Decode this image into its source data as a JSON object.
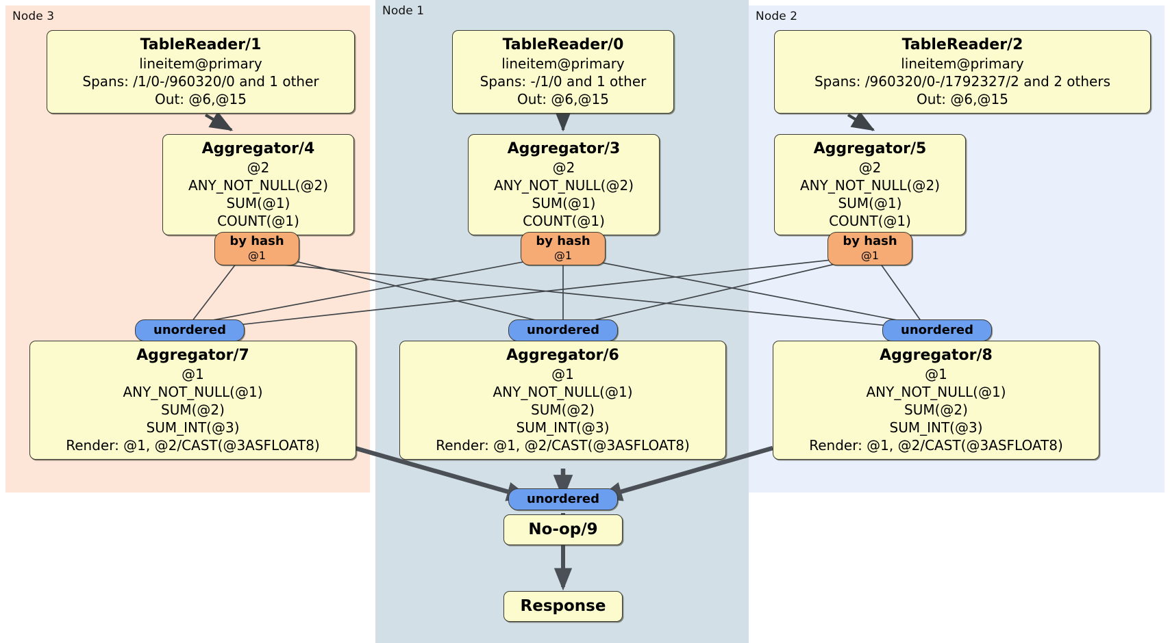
{
  "diagram": {
    "type": "distributed-query-plan",
    "colors": {
      "node3_bg": "#fde5d8",
      "node1_bg": "#d2dfe7",
      "node2_bg": "#eaf0fb",
      "processor_bg": "#fbfbcd",
      "hash_router_bg": "#f7ab74",
      "unordered_synchronizer_bg": "#6c9ef0",
      "edge_stroke": "#3f4448"
    },
    "nodes": [
      {
        "id": "node3",
        "label": "Node 3"
      },
      {
        "id": "node1",
        "label": "Node 1"
      },
      {
        "id": "node2",
        "label": "Node 2"
      }
    ],
    "processors": {
      "table_reader_1": {
        "title": "TableReader/1",
        "lines": [
          "lineitem@primary",
          "Spans: /1/0-/960320/0 and 1 other",
          "Out: @6,@15"
        ]
      },
      "table_reader_0": {
        "title": "TableReader/0",
        "lines": [
          "lineitem@primary",
          "Spans: -/1/0 and 1 other",
          "Out: @6,@15"
        ]
      },
      "table_reader_2": {
        "title": "TableReader/2",
        "lines": [
          "lineitem@primary",
          "Spans: /960320/0-/1792327/2 and 2 others",
          "Out: @6,@15"
        ]
      },
      "aggregator_4": {
        "title": "Aggregator/4",
        "lines": [
          "@2",
          "ANY_NOT_NULL(@2)",
          "SUM(@1)",
          "COUNT(@1)"
        ]
      },
      "aggregator_3": {
        "title": "Aggregator/3",
        "lines": [
          "@2",
          "ANY_NOT_NULL(@2)",
          "SUM(@1)",
          "COUNT(@1)"
        ]
      },
      "aggregator_5": {
        "title": "Aggregator/5",
        "lines": [
          "@2",
          "ANY_NOT_NULL(@2)",
          "SUM(@1)",
          "COUNT(@1)"
        ]
      },
      "aggregator_7": {
        "title": "Aggregator/7",
        "lines": [
          "@1",
          "ANY_NOT_NULL(@1)",
          "SUM(@2)",
          "SUM_INT(@3)",
          "Render: @1, @2/CAST(@3ASFLOAT8)"
        ]
      },
      "aggregator_6": {
        "title": "Aggregator/6",
        "lines": [
          "@1",
          "ANY_NOT_NULL(@1)",
          "SUM(@2)",
          "SUM_INT(@3)",
          "Render: @1, @2/CAST(@3ASFLOAT8)"
        ]
      },
      "aggregator_8": {
        "title": "Aggregator/8",
        "lines": [
          "@1",
          "ANY_NOT_NULL(@1)",
          "SUM(@2)",
          "SUM_INT(@3)",
          "Render: @1, @2/CAST(@3ASFLOAT8)"
        ]
      },
      "noop_9": {
        "title": "No-op/9",
        "lines": []
      },
      "response": {
        "title": "Response",
        "lines": []
      }
    },
    "routers": {
      "hash_left": {
        "label": "by hash",
        "sub": "@1"
      },
      "hash_mid": {
        "label": "by hash",
        "sub": "@1"
      },
      "hash_right": {
        "label": "by hash",
        "sub": "@1"
      }
    },
    "synchronizers": {
      "unordered_left": {
        "label": "unordered"
      },
      "unordered_mid": {
        "label": "unordered"
      },
      "unordered_right": {
        "label": "unordered"
      },
      "unordered_final": {
        "label": "unordered"
      }
    }
  }
}
